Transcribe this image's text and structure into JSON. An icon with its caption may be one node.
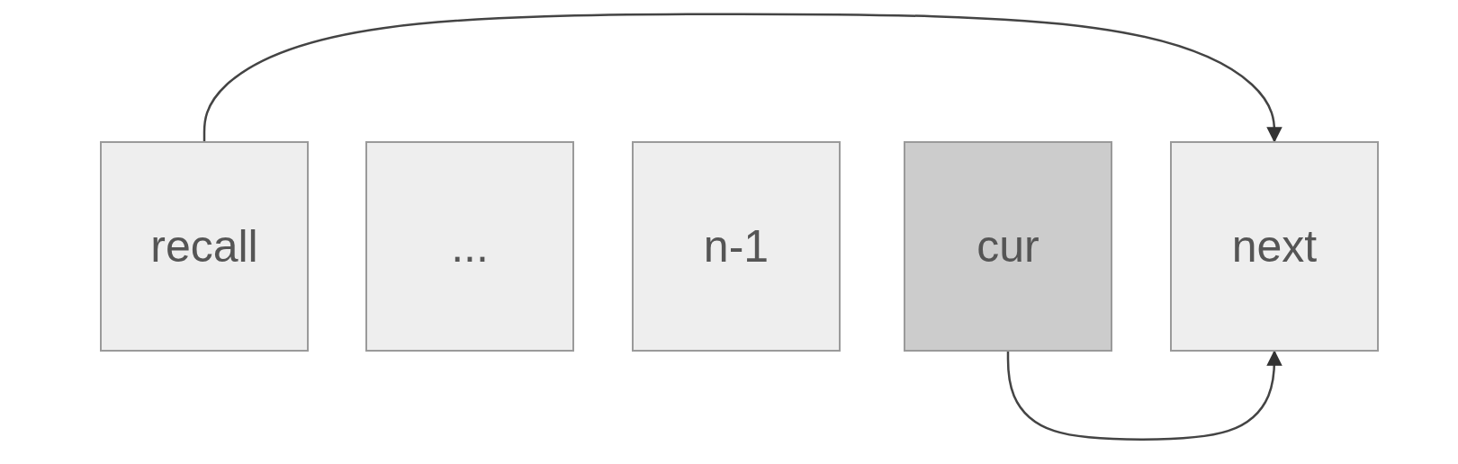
{
  "diagram": {
    "nodes": [
      {
        "text": [
          "recall"
        ]
      },
      {
        "text": [
          "..."
        ]
      },
      {
        "text": [
          "n-1"
        ]
      },
      {
        "text": [
          "cur"
        ]
      },
      {
        "text": [
          "next"
        ]
      }
    ],
    "edges": [
      {
        "from": 0,
        "to": 4,
        "arrow": "to"
      },
      {
        "from": 3,
        "to": 4,
        "arrow": "to"
      }
    ]
  }
}
